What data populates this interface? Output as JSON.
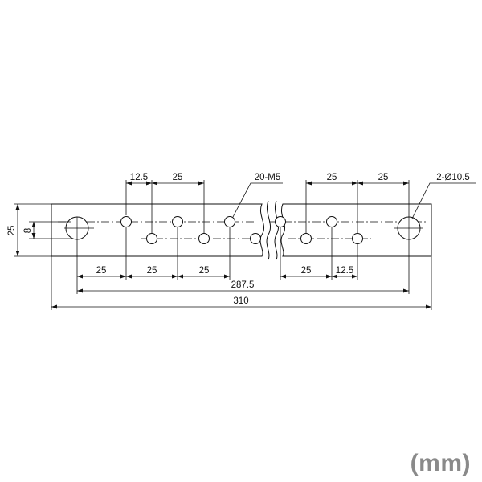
{
  "drawing": {
    "callouts": {
      "holes_m5": "20-M5",
      "holes_large": "2-Ø10.5"
    },
    "dimensions": {
      "top_left_half": "12.5",
      "top_left_pitch": "25",
      "top_right_pitch_1": "25",
      "top_right_pitch_2": "25",
      "height_total": "25",
      "height_hole": "8",
      "bottom_left_1": "25",
      "bottom_left_2": "25",
      "bottom_left_3": "25",
      "bottom_right_pitch": "25",
      "bottom_right_half": "12.5",
      "span_holes": "287.5",
      "overall_length": "310"
    },
    "unit": "(mm)"
  }
}
